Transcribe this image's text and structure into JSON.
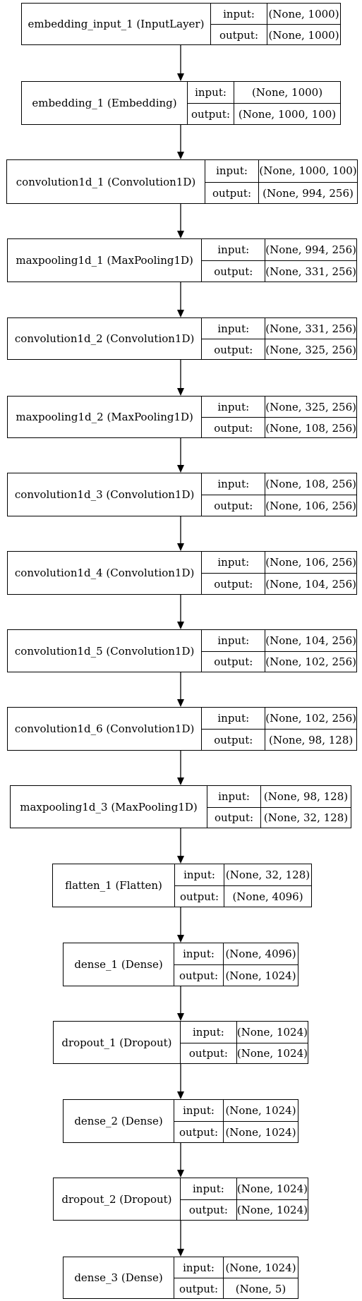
{
  "layers": [
    {
      "name": "embedding_input_1 (InputLayer)",
      "input_label": "input:",
      "input_shape": "(None, 1000)",
      "output_label": "output:",
      "output_shape": "(None, 1000)"
    },
    {
      "name": "embedding_1 (Embedding)",
      "input_label": "input:",
      "input_shape": "(None, 1000)",
      "output_label": "output:",
      "output_shape": "(None, 1000, 100)"
    },
    {
      "name": "convolution1d_1 (Convolution1D)",
      "input_label": "input:",
      "input_shape": "(None, 1000, 100)",
      "output_label": "output:",
      "output_shape": "(None, 994, 256)"
    },
    {
      "name": "maxpooling1d_1 (MaxPooling1D)",
      "input_label": "input:",
      "input_shape": "(None, 994, 256)",
      "output_label": "output:",
      "output_shape": "(None, 331, 256)"
    },
    {
      "name": "convolution1d_2 (Convolution1D)",
      "input_label": "input:",
      "input_shape": "(None, 331, 256)",
      "output_label": "output:",
      "output_shape": "(None, 325, 256)"
    },
    {
      "name": "maxpooling1d_2 (MaxPooling1D)",
      "input_label": "input:",
      "input_shape": "(None, 325, 256)",
      "output_label": "output:",
      "output_shape": "(None, 108, 256)"
    },
    {
      "name": "convolution1d_3 (Convolution1D)",
      "input_label": "input:",
      "input_shape": "(None, 108, 256)",
      "output_label": "output:",
      "output_shape": "(None, 106, 256)"
    },
    {
      "name": "convolution1d_4 (Convolution1D)",
      "input_label": "input:",
      "input_shape": "(None, 106, 256)",
      "output_label": "output:",
      "output_shape": "(None, 104, 256)"
    },
    {
      "name": "convolution1d_5 (Convolution1D)",
      "input_label": "input:",
      "input_shape": "(None, 104, 256)",
      "output_label": "output:",
      "output_shape": "(None, 102, 256)"
    },
    {
      "name": "convolution1d_6 (Convolution1D)",
      "input_label": "input:",
      "input_shape": "(None, 102, 256)",
      "output_label": "output:",
      "output_shape": "(None, 98, 128)"
    },
    {
      "name": "maxpooling1d_3 (MaxPooling1D)",
      "input_label": "input:",
      "input_shape": "(None, 98, 128)",
      "output_label": "output:",
      "output_shape": "(None, 32, 128)"
    },
    {
      "name": "flatten_1 (Flatten)",
      "input_label": "input:",
      "input_shape": "(None, 32, 128)",
      "output_label": "output:",
      "output_shape": "(None, 4096)"
    },
    {
      "name": "dense_1 (Dense)",
      "input_label": "input:",
      "input_shape": "(None, 4096)",
      "output_label": "output:",
      "output_shape": "(None, 1024)"
    },
    {
      "name": "dropout_1 (Dropout)",
      "input_label": "input:",
      "input_shape": "(None, 1024)",
      "output_label": "output:",
      "output_shape": "(None, 1024)"
    },
    {
      "name": "dense_2 (Dense)",
      "input_label": "input:",
      "input_shape": "(None, 1024)",
      "output_label": "output:",
      "output_shape": "(None, 1024)"
    },
    {
      "name": "dropout_2 (Dropout)",
      "input_label": "input:",
      "input_shape": "(None, 1024)",
      "output_label": "output:",
      "output_shape": "(None, 1024)"
    },
    {
      "name": "dense_3 (Dense)",
      "input_label": "input:",
      "input_shape": "(None, 1024)",
      "output_label": "output:",
      "output_shape": "(None, 5)"
    }
  ]
}
